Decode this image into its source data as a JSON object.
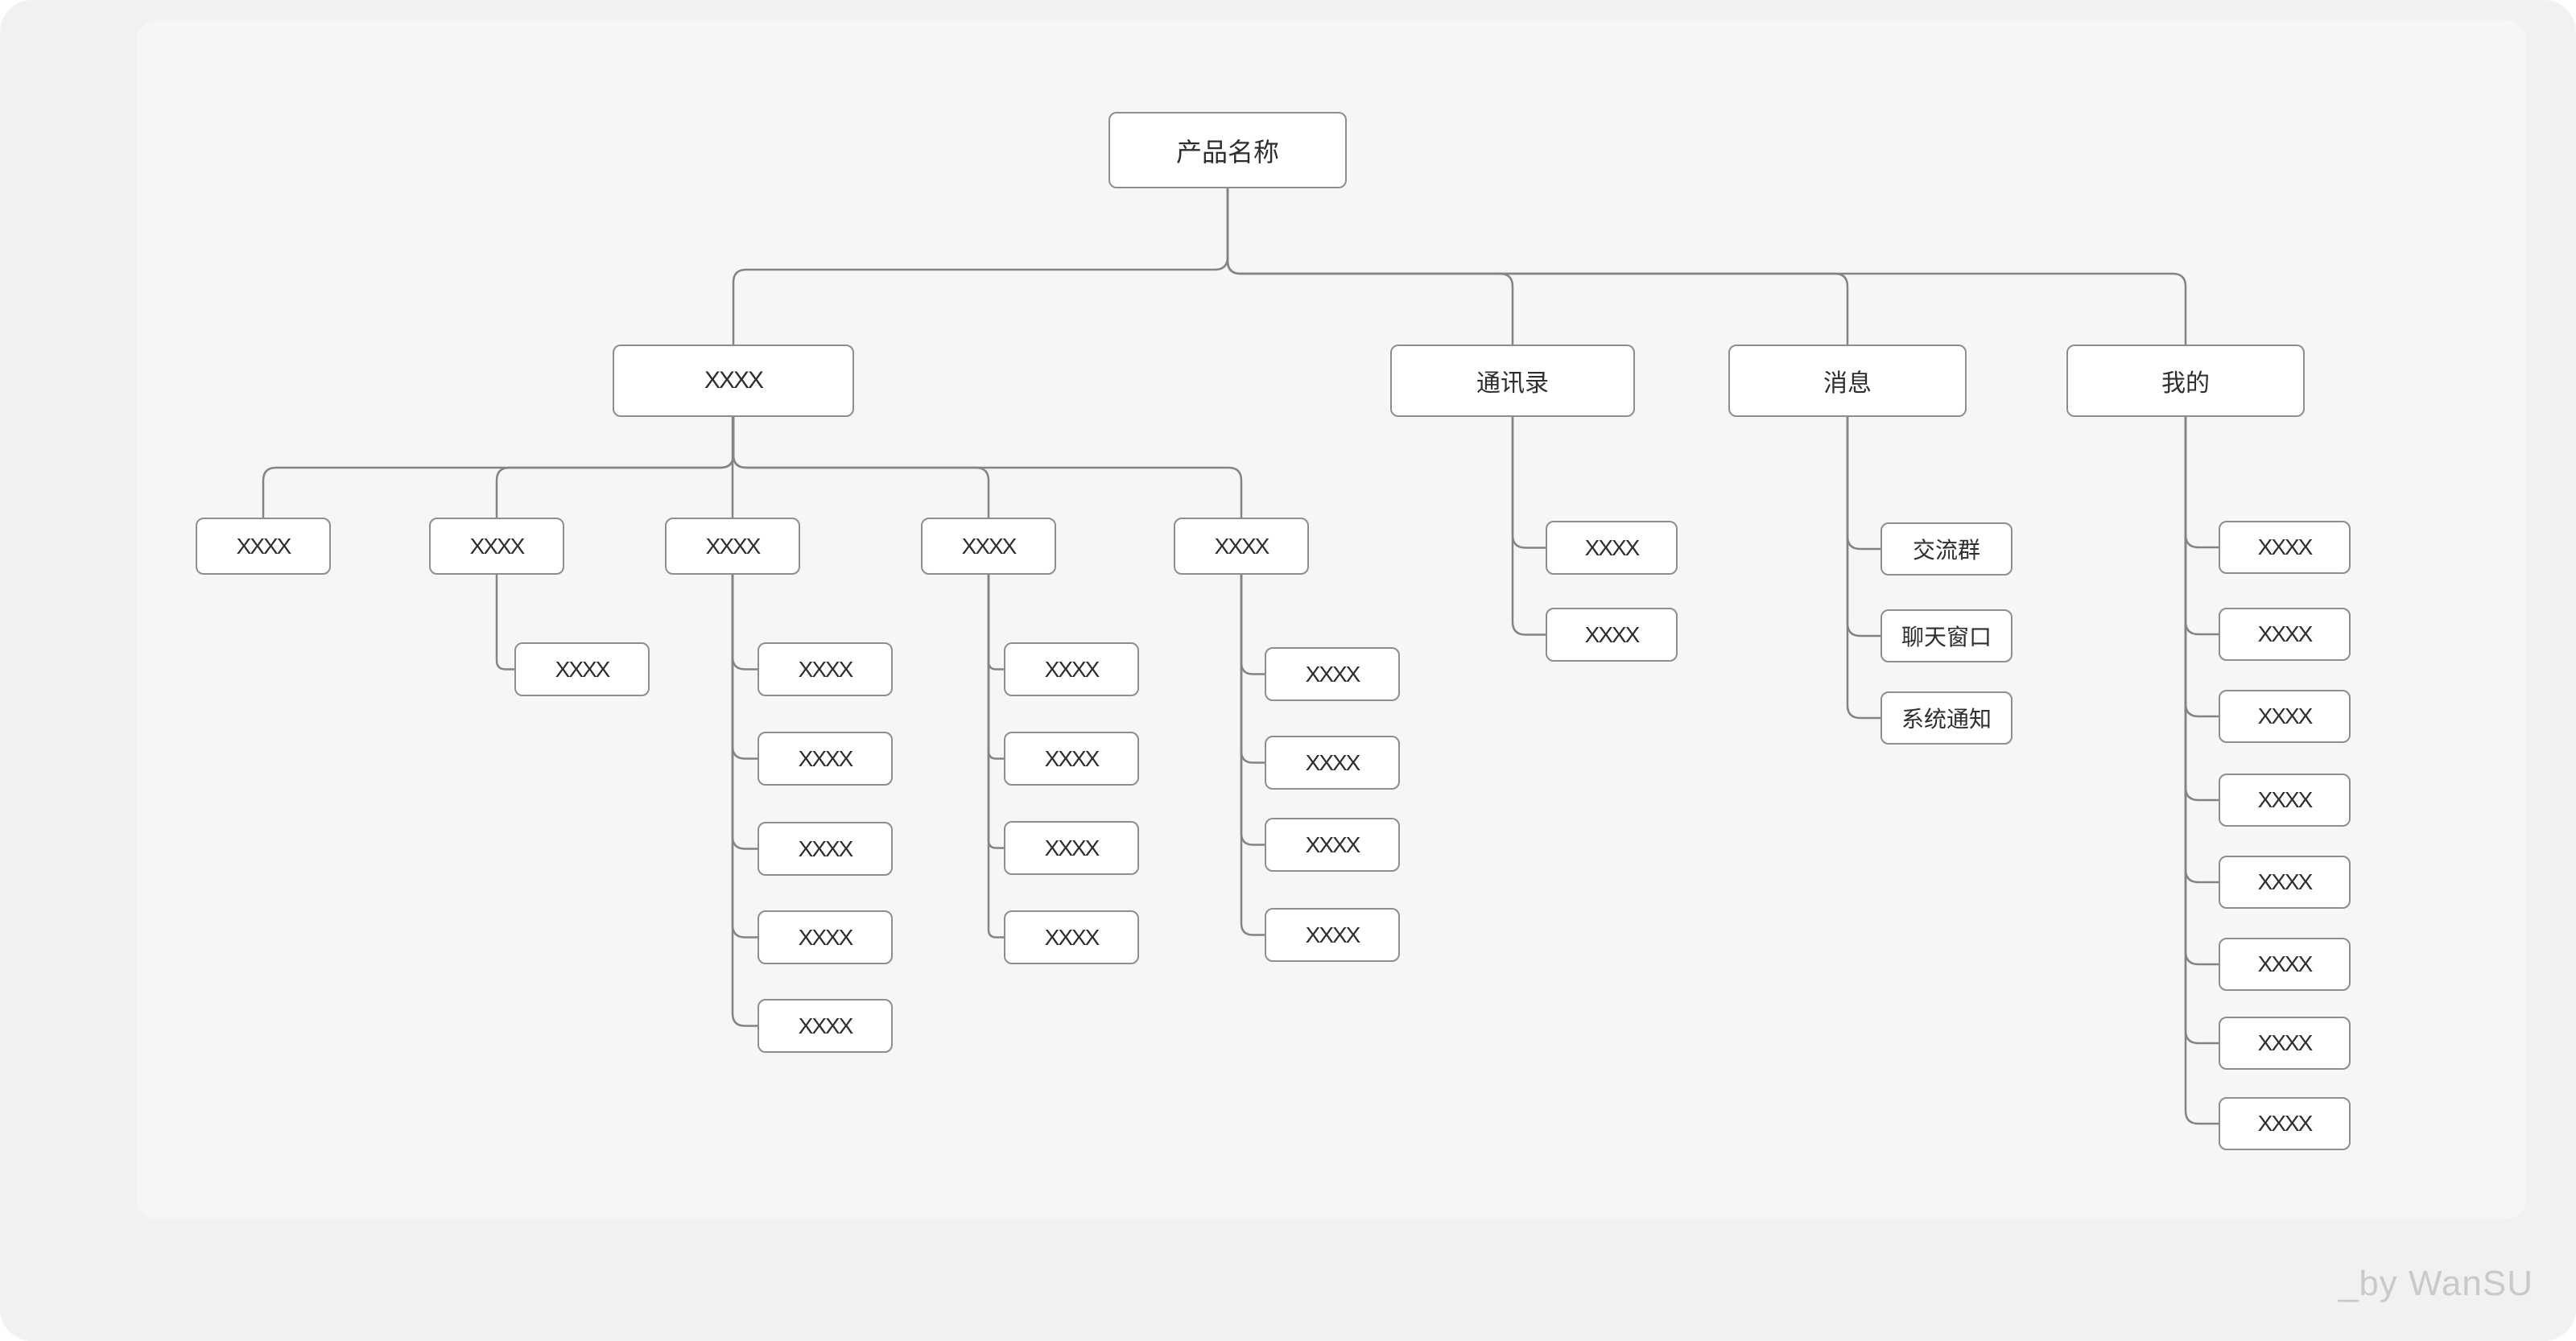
{
  "diagram": {
    "nodes": [
      {
        "id": "root",
        "label": "产品名称",
        "parent": null
      },
      {
        "id": "m1",
        "label": "XXXX",
        "parent": "root"
      },
      {
        "id": "m2",
        "label": "通讯录",
        "parent": "root"
      },
      {
        "id": "m3",
        "label": "消息",
        "parent": "root"
      },
      {
        "id": "m4",
        "label": "我的",
        "parent": "root"
      },
      {
        "id": "a",
        "label": "XXXX",
        "parent": "m1"
      },
      {
        "id": "b",
        "label": "XXXX",
        "parent": "m1"
      },
      {
        "id": "c",
        "label": "XXXX",
        "parent": "m1"
      },
      {
        "id": "d",
        "label": "XXXX",
        "parent": "m1"
      },
      {
        "id": "e",
        "label": "XXXX",
        "parent": "m1"
      },
      {
        "id": "b1",
        "label": "XXXX",
        "parent": "b"
      },
      {
        "id": "c1",
        "label": "XXXX",
        "parent": "c"
      },
      {
        "id": "c2",
        "label": "XXXX",
        "parent": "c"
      },
      {
        "id": "c3",
        "label": "XXXX",
        "parent": "c"
      },
      {
        "id": "c4",
        "label": "XXXX",
        "parent": "c"
      },
      {
        "id": "c5",
        "label": "XXXX",
        "parent": "c"
      },
      {
        "id": "d1",
        "label": "XXXX",
        "parent": "d"
      },
      {
        "id": "d2",
        "label": "XXXX",
        "parent": "d"
      },
      {
        "id": "d3",
        "label": "XXXX",
        "parent": "d"
      },
      {
        "id": "d4",
        "label": "XXXX",
        "parent": "d"
      },
      {
        "id": "e1",
        "label": "XXXX",
        "parent": "e"
      },
      {
        "id": "e2",
        "label": "XXXX",
        "parent": "e"
      },
      {
        "id": "e3",
        "label": "XXXX",
        "parent": "e"
      },
      {
        "id": "e4",
        "label": "XXXX",
        "parent": "e"
      },
      {
        "id": "t1",
        "label": "XXXX",
        "parent": "m2"
      },
      {
        "id": "t2",
        "label": "XXXX",
        "parent": "m2"
      },
      {
        "id": "x1",
        "label": "交流群",
        "parent": "m3"
      },
      {
        "id": "x2",
        "label": "聊天窗口",
        "parent": "m3"
      },
      {
        "id": "x3",
        "label": "系统通知",
        "parent": "m3"
      },
      {
        "id": "w1",
        "label": "XXXX",
        "parent": "m4"
      },
      {
        "id": "w2",
        "label": "XXXX",
        "parent": "m4"
      },
      {
        "id": "w3",
        "label": "XXXX",
        "parent": "m4"
      },
      {
        "id": "w4",
        "label": "XXXX",
        "parent": "m4"
      },
      {
        "id": "w5",
        "label": "XXXX",
        "parent": "m4"
      },
      {
        "id": "w6",
        "label": "XXXX",
        "parent": "m4"
      },
      {
        "id": "w7",
        "label": "XXXX",
        "parent": "m4"
      },
      {
        "id": "w8",
        "label": "XXXX",
        "parent": "m4"
      }
    ]
  },
  "watermark": {
    "text": "_by WanSU"
  },
  "colors": {
    "canvas": "#f1f1f2",
    "card": "#f6f6f7",
    "box_fill": "#ffffff",
    "box_border": "#8e8e8e",
    "line": "#848484",
    "text": "#2e2e2e",
    "watermark": "#c9c9cb"
  }
}
